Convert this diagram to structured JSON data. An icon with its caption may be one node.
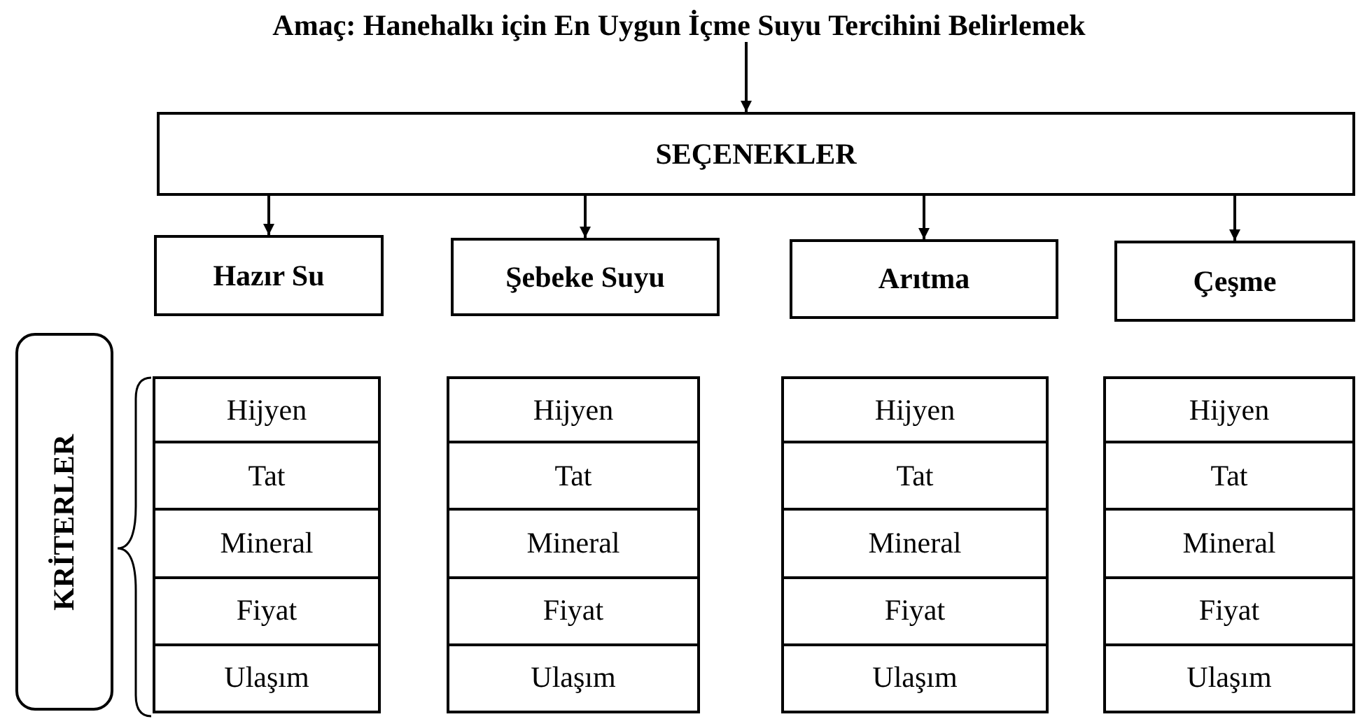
{
  "diagram": {
    "nodes": [
      {
        "text": [
          "Amaç: Hanehalkı için En Uygun İçme Suyu Tercihini Belirlemek"
        ]
      },
      {
        "text": [
          "SEÇENEKLER"
        ]
      },
      {
        "text": [
          "Hazır Su"
        ]
      },
      {
        "text": [
          "Şebeke Suyu"
        ]
      },
      {
        "text": [
          "Arıtma"
        ]
      },
      {
        "text": [
          "Çeşme"
        ]
      },
      {
        "text": [
          "KRİTERLER"
        ]
      },
      {
        "text": [
          "Hijyen"
        ]
      },
      {
        "text": [
          "Tat"
        ]
      },
      {
        "text": [
          "Mineral"
        ]
      },
      {
        "text": [
          "Fiyat"
        ]
      },
      {
        "text": [
          "Ulaşım"
        ]
      },
      {
        "text": [
          "Hijyen"
        ]
      },
      {
        "text": [
          "Tat"
        ]
      },
      {
        "text": [
          "Mineral"
        ]
      },
      {
        "text": [
          "Fiyat"
        ]
      },
      {
        "text": [
          "Ulaşım"
        ]
      },
      {
        "text": [
          "Hijyen"
        ]
      },
      {
        "text": [
          "Tat"
        ]
      },
      {
        "text": [
          "Mineral"
        ]
      },
      {
        "text": [
          "Fiyat"
        ]
      },
      {
        "text": [
          "Ulaşım"
        ]
      },
      {
        "text": [
          "Hijyen"
        ]
      },
      {
        "text": [
          "Tat"
        ]
      },
      {
        "text": [
          "Mineral"
        ]
      },
      {
        "text": [
          "Fiyat"
        ]
      },
      {
        "text": [
          "Ulaşım"
        ]
      }
    ],
    "edges": [
      {
        "from": 0,
        "to": 1,
        "arrow": "to"
      },
      {
        "from": 1,
        "to": 2,
        "arrow": "to"
      },
      {
        "from": 1,
        "to": 3,
        "arrow": "to"
      },
      {
        "from": 1,
        "to": 4,
        "arrow": "to"
      },
      {
        "from": 1,
        "to": 5,
        "arrow": "to"
      }
    ]
  }
}
